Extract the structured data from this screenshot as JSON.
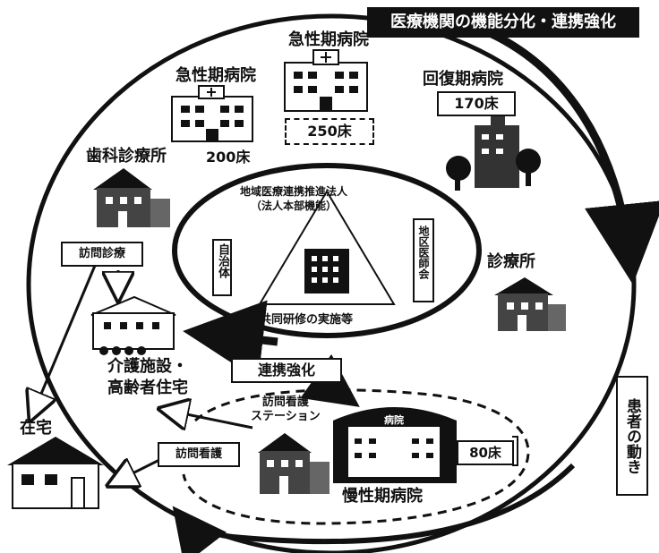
{
  "title": "医療機関の機能分化・連携強化",
  "facilities": {
    "acute_left": "急性期病院",
    "acute_left_beds": "200床",
    "acute_center": "急性期病院",
    "acute_center_beds": "250床",
    "recovery": "回復期病院",
    "recovery_beds": "170床",
    "dental": "歯科診療所",
    "clinic": "診療所",
    "care_facility": "介護施設・\n高齢者住宅",
    "home": "在宅",
    "visiting_nurse_station": "訪問看護\nステーション",
    "chronic": "慢性期病院",
    "chronic_beds": "80床",
    "chronic_sign": "病院"
  },
  "center": {
    "corporation": "地域医療連携推進法人\n（法人本部機能）",
    "left_vertical": "自治体",
    "right_vertical": "地区医師会",
    "bottom": "共同研修の実施等"
  },
  "labels": {
    "home_visit_dental": "訪問診療",
    "home_visit_nursing": "訪問看護",
    "coordination": "連携強化",
    "patient_flow": "患者の動き"
  },
  "colors": {
    "ink": "#111111",
    "paper": "#ffffff"
  }
}
